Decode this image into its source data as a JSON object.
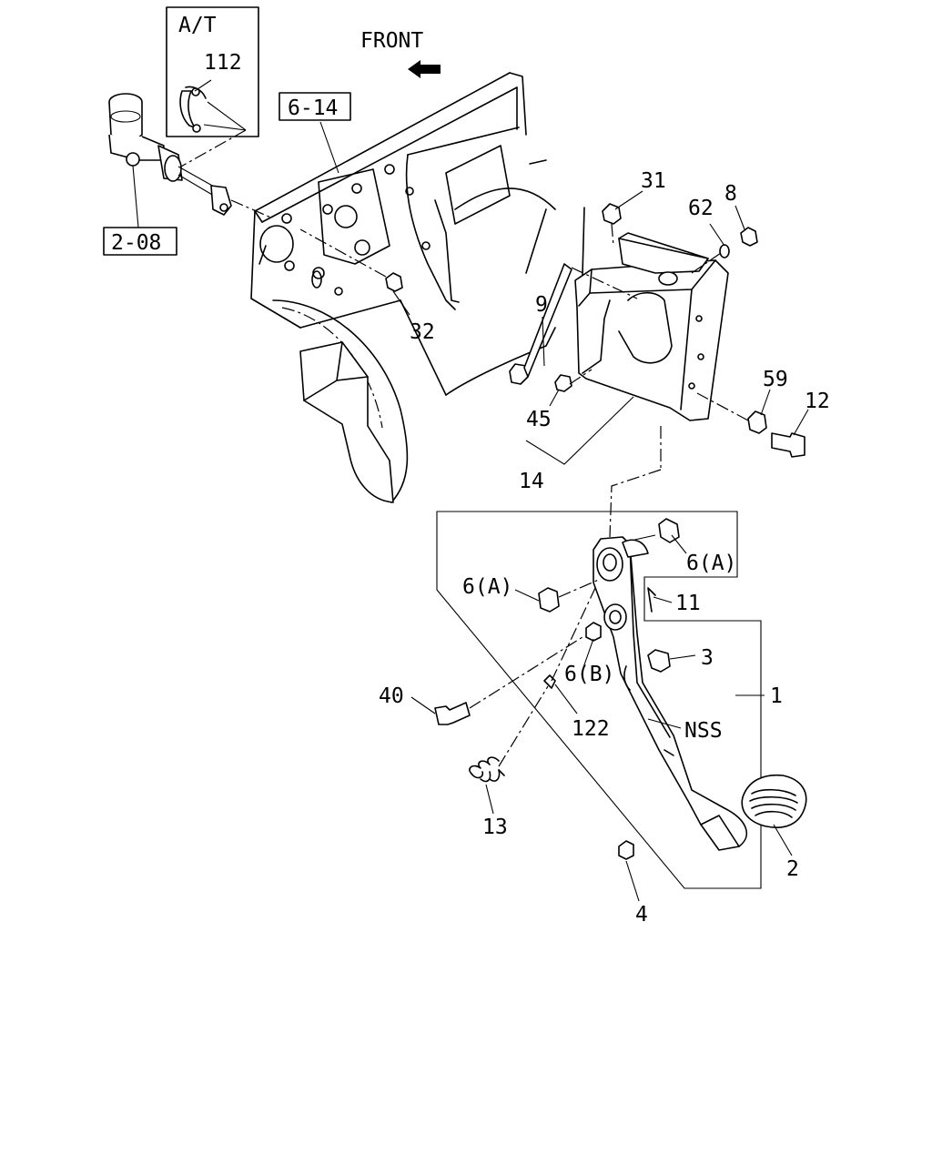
{
  "labels": {
    "front": "FRONT",
    "at": "A/T",
    "p112": "112",
    "ref_6_14": "6-14",
    "ref_2_08": "2-08",
    "p31": "31",
    "p62": "62",
    "p8": "8",
    "p9": "9",
    "p32": "32",
    "p59": "59",
    "p12": "12",
    "p45": "45",
    "p14": "14",
    "p6a_right": "6(A)",
    "p6a_left": "6(A)",
    "p11": "11",
    "p3": "3",
    "p6b": "6(B)",
    "p40": "40",
    "p1": "1",
    "p122": "122",
    "nss": "NSS",
    "p13": "13",
    "p2": "2",
    "p4": "4"
  },
  "icons": {
    "direction_arrow": "front-arrow-icon"
  }
}
